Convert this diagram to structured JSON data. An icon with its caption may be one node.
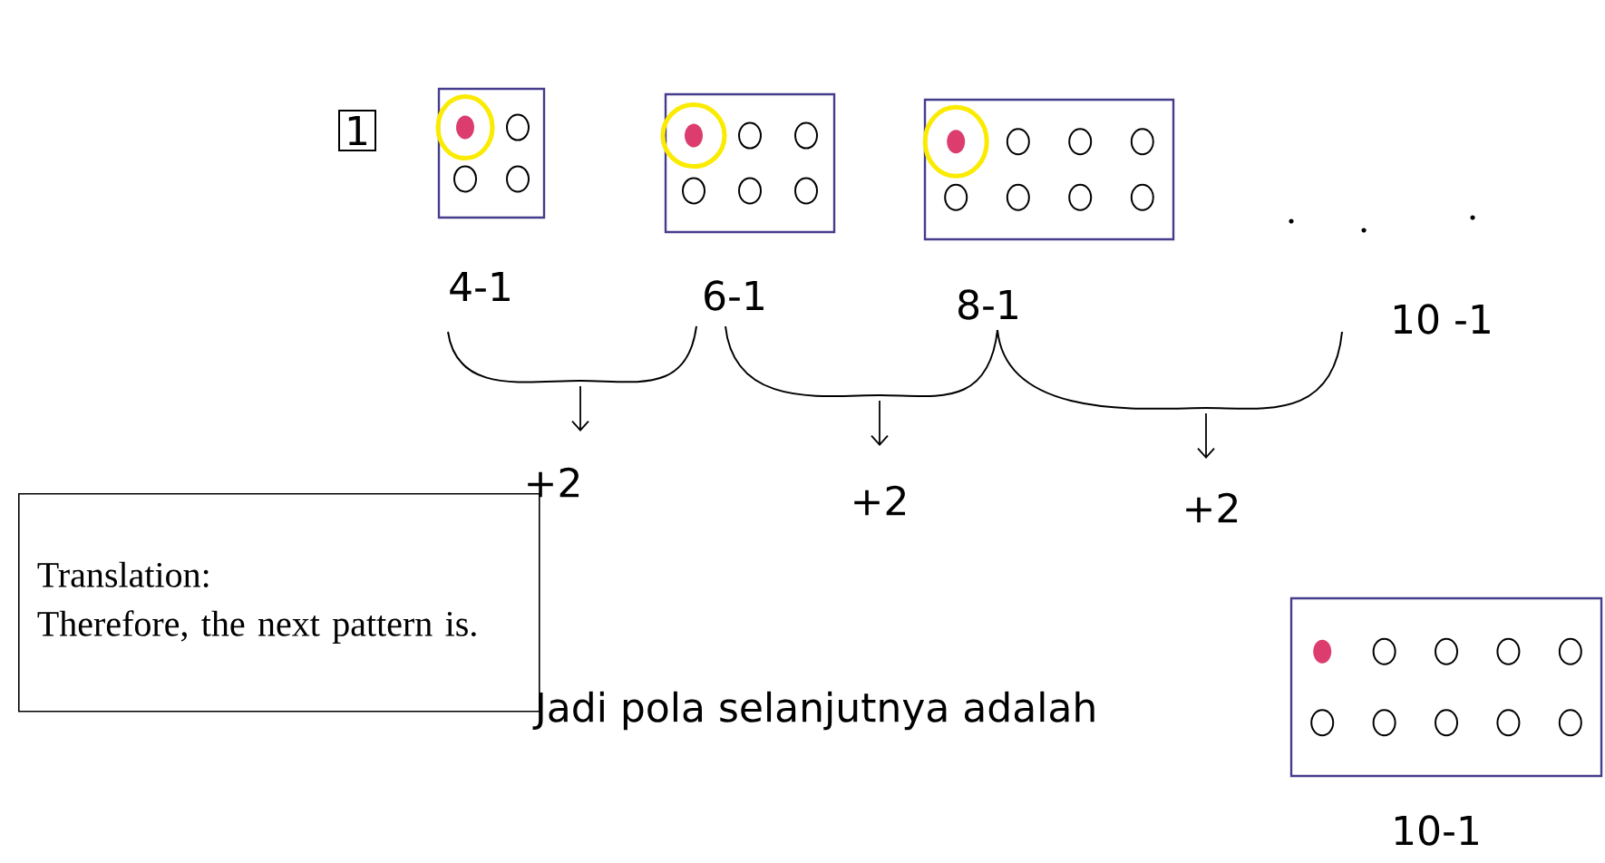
{
  "diagram": {
    "nodes": [
      {
        "text": [],
        "shape": "box",
        "beside": [
          "4-1"
        ]
      },
      {
        "text": [],
        "shape": "box",
        "beside": [
          "6-1"
        ]
      },
      {
        "text": [],
        "shape": "box",
        "beside": [
          "8-1"
        ]
      },
      {
        "text": [
          "Translation:",
          "Therefore, the next pattern is."
        ]
      },
      {
        "text": [],
        "shape": "box",
        "beside": [
          "10-1"
        ]
      }
    ],
    "labels": [
      "1",
      "10 -1",
      "+2",
      "+2",
      "+2",
      "Jadi pola selanjutnya adalah"
    ]
  }
}
